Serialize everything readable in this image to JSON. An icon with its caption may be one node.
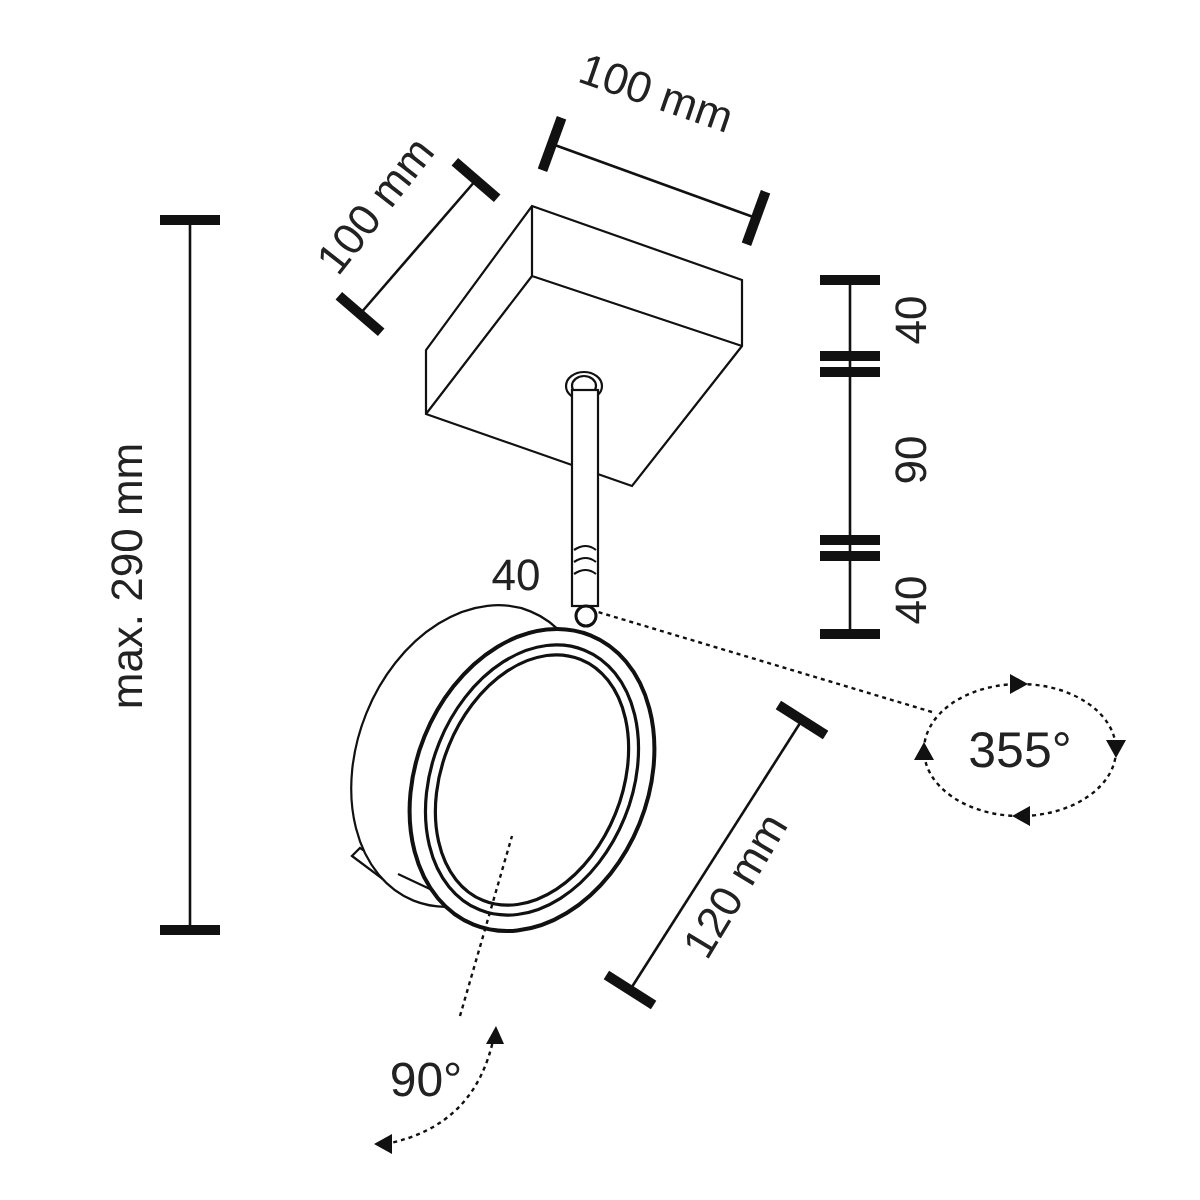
{
  "diagram": {
    "nodes": [
      {
        "text": [
          "355°"
        ]
      },
      {
        "text": [],
        "shape": "circle"
      },
      {
        "text": [
          "90°"
        ]
      }
    ],
    "edges": [
      {
        "from": 0,
        "to": 1,
        "arrow": "none",
        "style": "dashed"
      },
      {
        "from": 2,
        "to": null,
        "arrow": "none",
        "style": "dashed"
      }
    ],
    "labels": [
      "100 mm",
      "100 mm",
      "max. 290 mm",
      "40",
      "90",
      "40",
      "40",
      "120 mm"
    ]
  }
}
